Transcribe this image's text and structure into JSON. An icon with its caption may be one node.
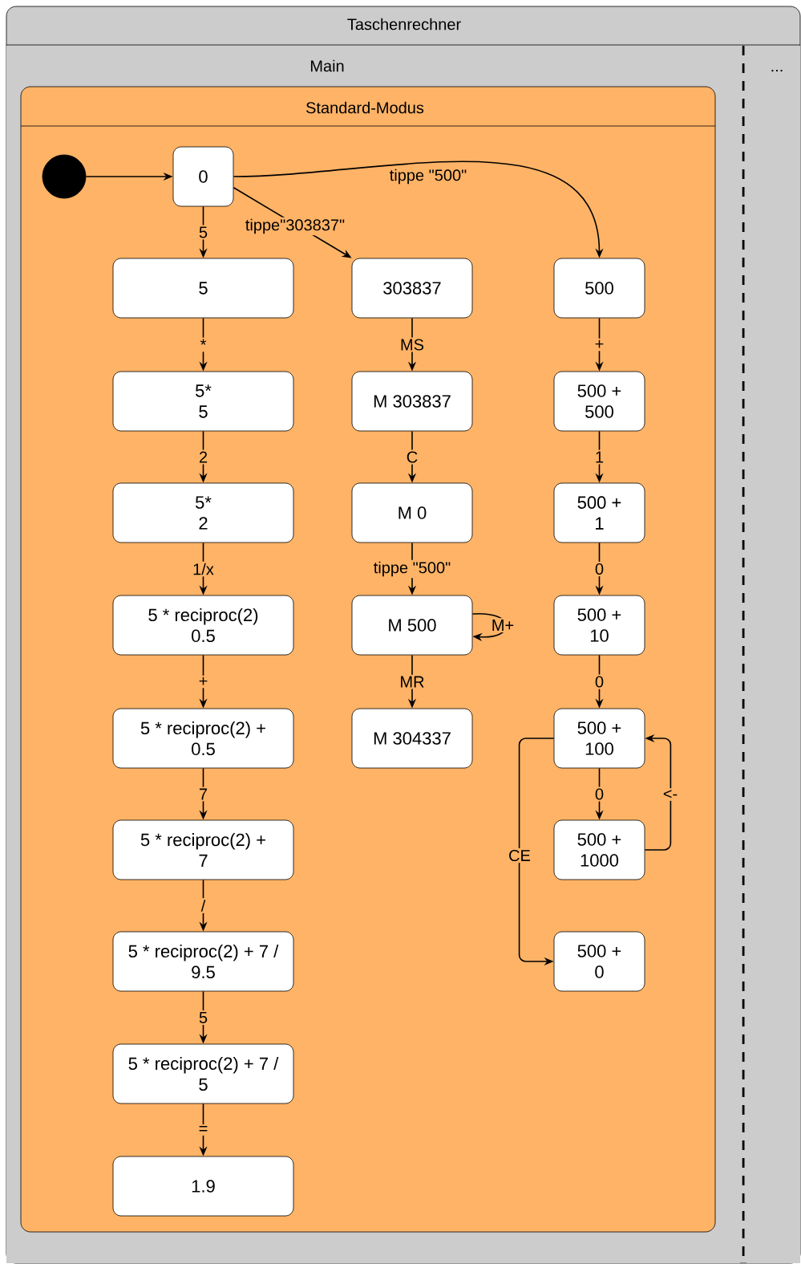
{
  "diagram": {
    "nodes": [
      {
        "text": [
          "Taschenrechner"
        ]
      },
      {
        "text": [
          "Main"
        ],
        "in": 0
      },
      {
        "text": [
          "..."
        ],
        "in": 0
      },
      {
        "text": [
          "Standard-Modus"
        ],
        "in": 1
      },
      {
        "text": [],
        "shape": "circle",
        "in": 3
      },
      {
        "text": [
          "0"
        ],
        "in": 3
      },
      {
        "text": [
          "5"
        ],
        "in": 3
      },
      {
        "text": [
          "5* 5"
        ],
        "in": 3
      },
      {
        "text": [
          "5* 2"
        ],
        "in": 3
      },
      {
        "text": [
          "5 * reciproc(2) 0.5"
        ],
        "in": 3
      },
      {
        "text": [
          "5 * reciproc(2) + 0.5"
        ],
        "in": 3
      },
      {
        "text": [
          "5 * reciproc(2) + 7"
        ],
        "in": 3
      },
      {
        "text": [
          "5 * reciproc(2) + 7 / 9.5"
        ],
        "in": 3
      },
      {
        "text": [
          "5 * reciproc(2) + 7 / 5"
        ],
        "in": 3
      },
      {
        "text": [
          "1.9"
        ],
        "in": 3
      },
      {
        "text": [
          "303837"
        ],
        "in": 3
      },
      {
        "text": [
          "M 303837"
        ],
        "in": 3
      },
      {
        "text": [
          "M 0"
        ],
        "in": 3
      },
      {
        "text": [
          "M 500"
        ],
        "in": 3
      },
      {
        "text": [
          "M 304337"
        ],
        "in": 3
      },
      {
        "text": [
          "500"
        ],
        "in": 3
      },
      {
        "text": [
          "500 + 500"
        ],
        "in": 3
      },
      {
        "text": [
          "500 + 1"
        ],
        "in": 3
      },
      {
        "text": [
          "500 + 10"
        ],
        "in": 3
      },
      {
        "text": [
          "500 + 100"
        ],
        "in": 3
      },
      {
        "text": [
          "500 + 1000"
        ],
        "in": 3
      },
      {
        "text": [
          "500 + 0"
        ],
        "in": 3
      }
    ],
    "edges": [
      {
        "from": 4,
        "to": 5,
        "arrow": "to"
      },
      {
        "from": 5,
        "to": 6,
        "arrow": "to",
        "label": "5"
      },
      {
        "from": 5,
        "to": 15,
        "arrow": "to",
        "label": "tippe\"303837\""
      },
      {
        "from": 5,
        "to": 20,
        "arrow": "to",
        "label": "tippe \"500\""
      },
      {
        "from": 6,
        "to": 7,
        "arrow": "to",
        "label": "*"
      },
      {
        "from": 7,
        "to": 8,
        "arrow": "to",
        "label": "2"
      },
      {
        "from": 8,
        "to": 9,
        "arrow": "to",
        "label": "1/x"
      },
      {
        "from": 9,
        "to": 10,
        "arrow": "to",
        "label": "+"
      },
      {
        "from": 10,
        "to": 11,
        "arrow": "to",
        "label": "7"
      },
      {
        "from": 11,
        "to": 12,
        "arrow": "to",
        "label": "/"
      },
      {
        "from": 12,
        "to": 13,
        "arrow": "to",
        "label": "5"
      },
      {
        "from": 13,
        "to": 14,
        "arrow": "to",
        "label": "="
      },
      {
        "from": 15,
        "to": 16,
        "arrow": "to",
        "label": "MS"
      },
      {
        "from": 16,
        "to": 17,
        "arrow": "to",
        "label": "C"
      },
      {
        "from": 17,
        "to": 18,
        "arrow": "to",
        "label": "tippe \"500\""
      },
      {
        "from": 18,
        "to": 18,
        "arrow": "to",
        "label": "M+"
      },
      {
        "from": 18,
        "to": 19,
        "arrow": "to",
        "label": "MR"
      },
      {
        "from": 20,
        "to": 21,
        "arrow": "to",
        "label": "+"
      },
      {
        "from": 21,
        "to": 22,
        "arrow": "to",
        "label": "1"
      },
      {
        "from": 22,
        "to": 23,
        "arrow": "to",
        "label": "0"
      },
      {
        "from": 23,
        "to": 24,
        "arrow": "to",
        "label": "0"
      },
      {
        "from": 24,
        "to": 25,
        "arrow": "to",
        "label": "0"
      },
      {
        "from": 25,
        "to": 24,
        "arrow": "to",
        "label": "<-"
      },
      {
        "from": 24,
        "to": 26,
        "arrow": "to",
        "label": "CE"
      }
    ]
  }
}
